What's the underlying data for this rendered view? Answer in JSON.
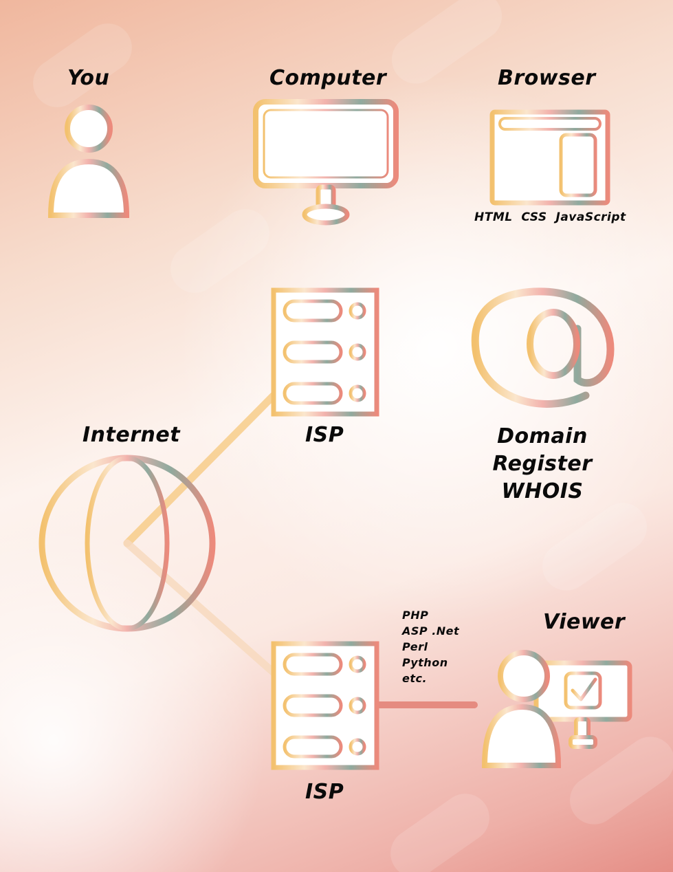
{
  "nodes": {
    "you": {
      "label": "You"
    },
    "computer": {
      "label": "Computer"
    },
    "browser": {
      "label": "Browser",
      "technologies": "HTML  CSS  JavaScript"
    },
    "isp_top": {
      "label": "ISP"
    },
    "domain": {
      "label_lines": [
        "Domain",
        "Register",
        "WHOIS"
      ]
    },
    "internet": {
      "label": "Internet"
    },
    "isp_bottom": {
      "label": "ISP",
      "languages": [
        "PHP",
        "ASP .Net",
        "Perl",
        "Python",
        "etc."
      ]
    },
    "viewer": {
      "label": "Viewer"
    }
  },
  "icons": [
    "user-icon",
    "monitor-icon",
    "browser-window-icon",
    "server-icon",
    "at-sign-icon",
    "globe-icon",
    "server-icon",
    "viewer-icon",
    "checkbox-icon"
  ],
  "colors": {
    "gold": "#f3c16e",
    "teal": "#8faa9e",
    "salmon": "#ec8a7c",
    "pink": "#f2b2ad",
    "cream": "#fbe6cd",
    "ink": "#0a0a0a"
  }
}
